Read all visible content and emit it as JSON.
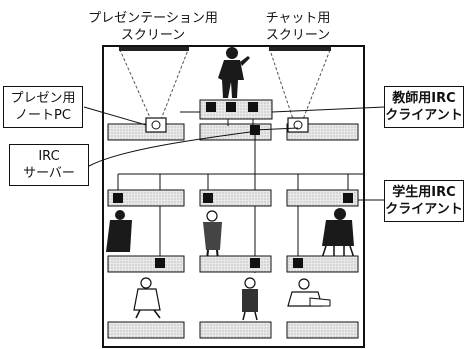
{
  "screens": {
    "presentation": [
      "プレゼンテーション用",
      "スクリーン"
    ],
    "chat": [
      "チャット用",
      "スクリーン"
    ]
  },
  "boxes": {
    "presenter_pc": [
      "プレゼン用",
      "ノートPC"
    ],
    "irc_server": [
      "IRC",
      "サーバー"
    ],
    "teacher_client": [
      "教師用IRC",
      "クライアント"
    ],
    "student_client": [
      "学生用IRC",
      "クライアント"
    ]
  }
}
